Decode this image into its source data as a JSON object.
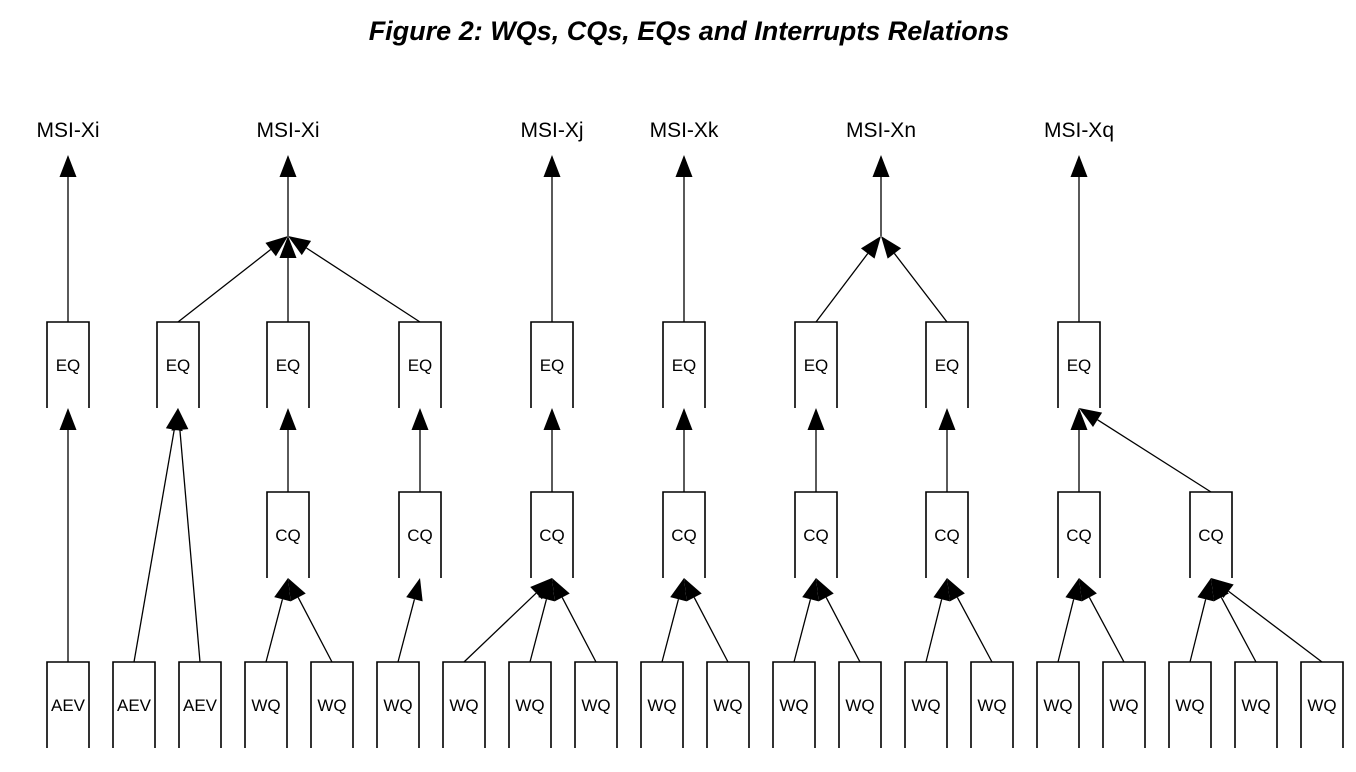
{
  "title": "Figure 2: WQs, CQs, EQs and Interrupts Relations",
  "interrupts": [
    {
      "id": "i0",
      "label": "MSI-Xi"
    },
    {
      "id": "i1",
      "label": "MSI-Xi"
    },
    {
      "id": "i2",
      "label": "MSI-Xj"
    },
    {
      "id": "i3",
      "label": "MSI-Xk"
    },
    {
      "id": "i4",
      "label": "MSI-Xn"
    },
    {
      "id": "i5",
      "label": "MSI-Xq"
    }
  ],
  "eqs": [
    {
      "id": "e0",
      "label": "EQ",
      "to": "i0"
    },
    {
      "id": "e1",
      "label": "EQ",
      "to": "i1"
    },
    {
      "id": "e2",
      "label": "EQ",
      "to": "i1"
    },
    {
      "id": "e3",
      "label": "EQ",
      "to": "i1"
    },
    {
      "id": "e4",
      "label": "EQ",
      "to": "i2"
    },
    {
      "id": "e5",
      "label": "EQ",
      "to": "i3"
    },
    {
      "id": "e6",
      "label": "EQ",
      "to": "i4"
    },
    {
      "id": "e7",
      "label": "EQ",
      "to": "i4"
    },
    {
      "id": "e8",
      "label": "EQ",
      "to": "i5"
    }
  ],
  "cqs": [
    {
      "id": "c0",
      "label": "CQ",
      "to": "e2"
    },
    {
      "id": "c1",
      "label": "CQ",
      "to": "e3"
    },
    {
      "id": "c2",
      "label": "CQ",
      "to": "e4"
    },
    {
      "id": "c3",
      "label": "CQ",
      "to": "e5"
    },
    {
      "id": "c4",
      "label": "CQ",
      "to": "e6"
    },
    {
      "id": "c5",
      "label": "CQ",
      "to": "e7"
    },
    {
      "id": "c6",
      "label": "CQ",
      "to": "e8"
    },
    {
      "id": "c7",
      "label": "CQ",
      "to": "e8"
    }
  ],
  "sources": [
    {
      "id": "s0",
      "label": "AEV",
      "to": "e0"
    },
    {
      "id": "s1",
      "label": "AEV",
      "to": "e1"
    },
    {
      "id": "s2",
      "label": "AEV",
      "to": "e1"
    },
    {
      "id": "s3",
      "label": "WQ",
      "to": "c0"
    },
    {
      "id": "s4",
      "label": "WQ",
      "to": "c0"
    },
    {
      "id": "s5",
      "label": "WQ",
      "to": "c1"
    },
    {
      "id": "s6",
      "label": "WQ",
      "to": "c2"
    },
    {
      "id": "s7",
      "label": "WQ",
      "to": "c2"
    },
    {
      "id": "s8",
      "label": "WQ",
      "to": "c2"
    },
    {
      "id": "s9",
      "label": "WQ",
      "to": "c3"
    },
    {
      "id": "s10",
      "label": "WQ",
      "to": "c3"
    },
    {
      "id": "s11",
      "label": "WQ",
      "to": "c4"
    },
    {
      "id": "s12",
      "label": "WQ",
      "to": "c4"
    },
    {
      "id": "s13",
      "label": "WQ",
      "to": "c5"
    },
    {
      "id": "s14",
      "label": "WQ",
      "to": "c5"
    },
    {
      "id": "s15",
      "label": "WQ",
      "to": "c6"
    },
    {
      "id": "s16",
      "label": "WQ",
      "to": "c6"
    },
    {
      "id": "s17",
      "label": "WQ",
      "to": "c7"
    },
    {
      "id": "s18",
      "label": "WQ",
      "to": "c7"
    },
    {
      "id": "s19",
      "label": "WQ",
      "to": "c7"
    }
  ]
}
